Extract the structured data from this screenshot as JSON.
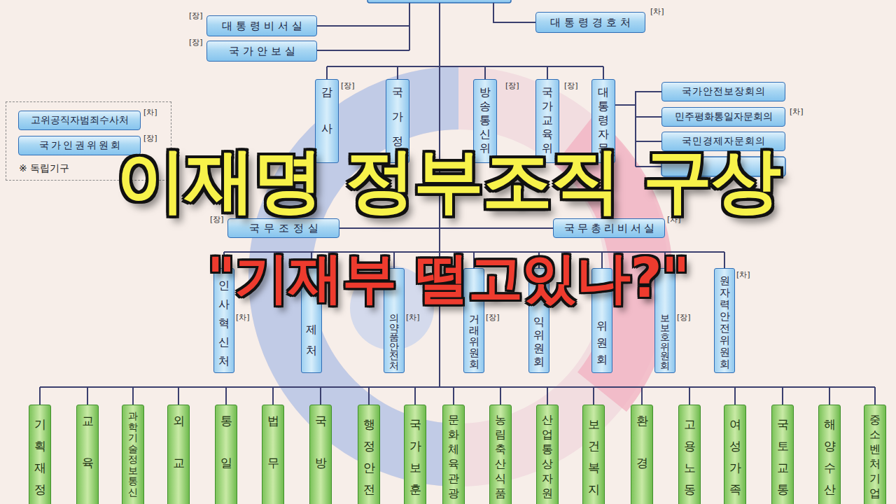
{
  "diagram": {
    "title": "이재명 정부조직 구상",
    "nodes": [
      {
        "text": [
          "대통령비서실"
        ]
      },
      {
        "text": [
          "국가안보실"
        ]
      },
      {
        "text": [
          "대통령경호처"
        ]
      },
      {
        "text": [
          "※ 독립기구"
        ]
      },
      {
        "text": [
          "고위공직자범죄수사처"
        ],
        "in": 3
      },
      {
        "text": [
          "국가인권위원회"
        ],
        "in": 3
      },
      {
        "text": [
          "감사"
        ]
      },
      {
        "text": [
          "국가정"
        ]
      },
      {
        "text": [
          "방송통신위"
        ]
      },
      {
        "text": [
          "국가교육위"
        ]
      },
      {
        "text": [
          "대통령자문"
        ]
      },
      {
        "text": [
          "국가안전보장회의"
        ]
      },
      {
        "text": [
          "민주평화통일자문회의"
        ]
      },
      {
        "text": [
          "국민경제자문회의"
        ]
      },
      {
        "text": [
          "국무조정실"
        ]
      },
      {
        "text": [
          "국무총리비서실"
        ]
      },
      {
        "text": [
          "인사혁신처"
        ]
      },
      {
        "text": [
          "제처"
        ]
      },
      {
        "text": [
          "의약품안전처"
        ]
      },
      {
        "text": [
          "거래위원회"
        ]
      },
      {
        "text": [
          "익위원회"
        ]
      },
      {
        "text": [
          "위원회"
        ]
      },
      {
        "text": [
          "보보호위원회"
        ]
      },
      {
        "text": [
          "원자력안전위원회"
        ]
      },
      {
        "text": [
          "기획재정"
        ]
      },
      {
        "text": [
          "교육"
        ]
      },
      {
        "text": [
          "과학기술정보통신"
        ]
      },
      {
        "text": [
          "외교"
        ]
      },
      {
        "text": [
          "통일"
        ]
      },
      {
        "text": [
          "법무"
        ]
      },
      {
        "text": [
          "국방"
        ]
      },
      {
        "text": [
          "행정안전"
        ]
      },
      {
        "text": [
          "국가보훈"
        ]
      },
      {
        "text": [
          "문화체육관광"
        ]
      },
      {
        "text": [
          "농림축산식품"
        ]
      },
      {
        "text": [
          "산업통상자원"
        ]
      },
      {
        "text": [
          "보건복지"
        ]
      },
      {
        "text": [
          "환경"
        ]
      },
      {
        "text": [
          "고용노동"
        ]
      },
      {
        "text": [
          "여성가족"
        ]
      },
      {
        "text": [
          "국토교통"
        ]
      },
      {
        "text": [
          "해양수산"
        ]
      },
      {
        "text": [
          "중소벤처기업"
        ]
      }
    ],
    "edges": [
      {
        "from": 10,
        "to": 11,
        "arrow": "none"
      },
      {
        "from": 10,
        "to": 12,
        "arrow": "none"
      },
      {
        "from": 10,
        "to": 13,
        "arrow": "none"
      }
    ],
    "labels": [
      "[장]",
      "[장]",
      "[차]",
      "[차]",
      "[장]",
      "[장]",
      "[장]",
      "[장]",
      "[차]",
      "[장]",
      "[차]",
      "[차]",
      "[차]",
      "[장]",
      "[장]",
      "[차]",
      "\"기재부 떨고있나?\""
    ]
  }
}
